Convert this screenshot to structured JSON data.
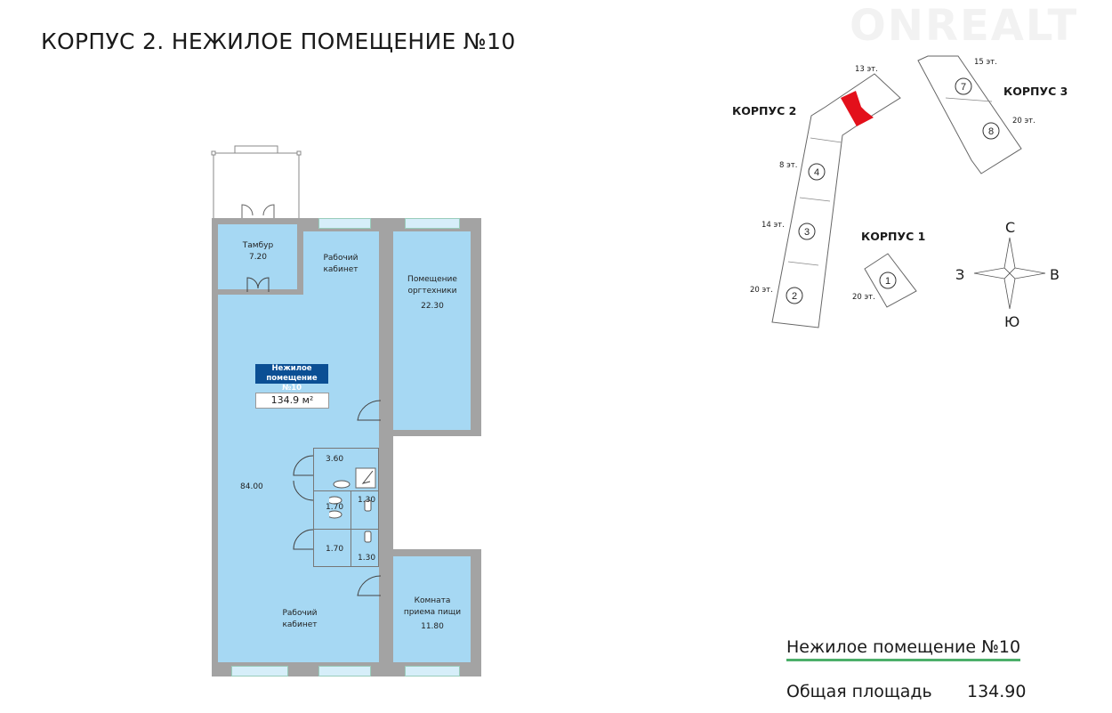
{
  "title": "КОРПУС 2. НЕЖИЛОЕ ПОМЕЩЕНИЕ №10",
  "watermark": "ONREALT",
  "plan": {
    "rooms": {
      "tambur": {
        "name": "Тамбур",
        "area": "7.20"
      },
      "office_top": {
        "name_line1": "Рабочий",
        "name_line2": "кабинет"
      },
      "orgtech": {
        "name_line1": "Помещение",
        "name_line2": "оргтехники",
        "area": "22.30"
      },
      "main_area": "84.00",
      "bath_big": "3.60",
      "wc1_left": "1.70",
      "wc1_right": "1.30",
      "wc2_left": "1.70",
      "wc2_right": "1.30",
      "office_bottom": {
        "name_line1": "Рабочий",
        "name_line2": "кабинет"
      },
      "kitchen": {
        "name_line1": "Комната",
        "name_line2": "приема пищи",
        "area": "11.80"
      }
    },
    "badge": {
      "line1": "Нежилое",
      "line2": "помещение №10",
      "area": "134.9 м²"
    }
  },
  "site_map": {
    "buildings": {
      "k1": "КОРПУС 1",
      "k2": "КОРПУС 2",
      "k3": "КОРПУС 3"
    },
    "sections": [
      "1",
      "2",
      "3",
      "4",
      "7",
      "8"
    ],
    "floors": {
      "s13": "13 эт.",
      "s15": "15 эт.",
      "s20_k3": "20 эт.",
      "s8": "8 эт.",
      "s14": "14 эт.",
      "s20_k2": "20 эт.",
      "s20_k1": "20 эт."
    },
    "highlight_color": "#e3101b",
    "compass": {
      "n": "С",
      "e": "В",
      "s": "Ю",
      "w": "З"
    }
  },
  "summary": {
    "title": "Нежилое помещение  №10",
    "total_label": "Общая площадь",
    "total_value": "134.90",
    "accent": "#4caf6a"
  }
}
